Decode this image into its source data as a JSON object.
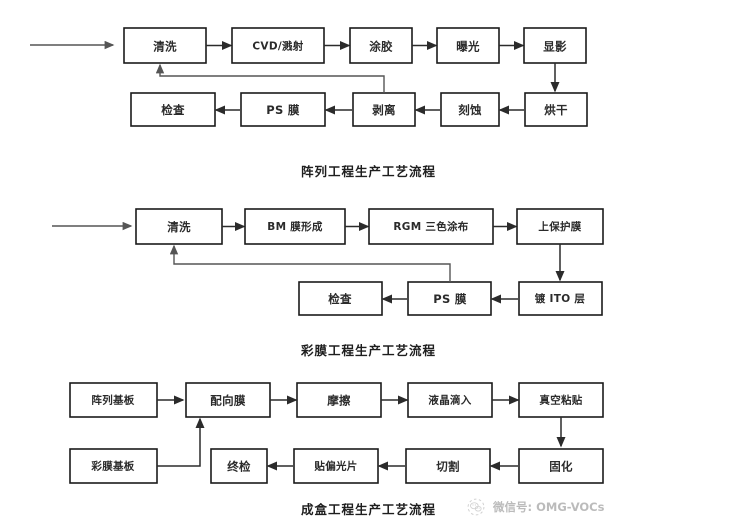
{
  "document": {
    "type": "process-flow-diagrams",
    "background_color": "#ffffff",
    "line_color": "#2b2b2b",
    "text_color": "#2b2b2b"
  },
  "diagrams": [
    {
      "id": "array-process",
      "caption": "阵列工程生产工艺流程",
      "row1": [
        {
          "label": "清洗"
        },
        {
          "label": "CVD/溅射"
        },
        {
          "label": "涂胶"
        },
        {
          "label": "曝光"
        },
        {
          "label": "显影"
        }
      ],
      "row2": [
        {
          "label": "检查"
        },
        {
          "label": "PS 膜"
        },
        {
          "label": "剥离"
        },
        {
          "label": "刻蚀"
        },
        {
          "label": "烘干"
        }
      ]
    },
    {
      "id": "color-filter-process",
      "caption": "彩膜工程生产工艺流程",
      "row1": [
        {
          "label": "清洗"
        },
        {
          "label": "BM 膜形成"
        },
        {
          "label": "RGM 三色涂布"
        },
        {
          "label": "上保护膜"
        }
      ],
      "row2": [
        {
          "label": "检查"
        },
        {
          "label": "PS 膜"
        },
        {
          "label": "镀 ITO 层"
        }
      ]
    },
    {
      "id": "cell-assembly-process",
      "caption": "成盒工程生产工艺流程",
      "row1": [
        {
          "label": "阵列基板"
        },
        {
          "label": "配向膜"
        },
        {
          "label": "摩擦"
        },
        {
          "label": "液晶滴入"
        },
        {
          "label": "真空粘贴"
        }
      ],
      "row2": [
        {
          "label": "彩膜基板"
        },
        {
          "label": "终检"
        },
        {
          "label": "贴偏光片"
        },
        {
          "label": "切割"
        },
        {
          "label": "固化"
        }
      ]
    }
  ],
  "watermark": {
    "icon": "wechat-logo-icon",
    "text": "微信号: OMG-VOCs"
  }
}
